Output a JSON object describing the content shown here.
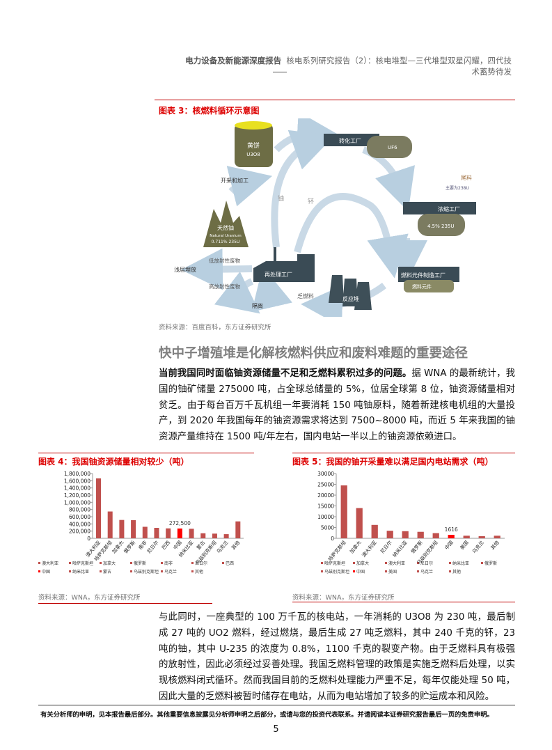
{
  "header": {
    "report_type": "电力设备及新能源深度报告",
    "report_title": "核电系列研究报告（2）：核电堆型—三代堆型双星闪耀，四代技术蓄势待发"
  },
  "figure3": {
    "title": "图表 3：核燃料循环示意图",
    "source": "资料来源：百度百科，东方证券研究所",
    "labels": {
      "yellowcake": "黄饼",
      "u3o8": "U3O8",
      "conversion": "转化工厂",
      "uf6": "UF6",
      "tailings": "尾料",
      "tailings_note": "主要为238U",
      "enrichment": "浓缩工厂",
      "enriched": "4.5% 235U",
      "fabrication": "燃料元件制造工厂",
      "fuel_element": "燃料元件",
      "reactor": "反应堆",
      "spent_fuel": "乏燃料",
      "isolation": "隔离",
      "hlw": "高放射性废物",
      "llw": "低放射性废物",
      "shallow": "浅层埋放",
      "reprocessing": "再处理工厂",
      "mining": "开采和加工",
      "natural_u": "天然铀",
      "natural_u_en": "Natural Uranium",
      "natural_pct": "0.711% 235U",
      "uranium": "铀",
      "plutonium": "钚"
    }
  },
  "section": {
    "heading": "快中子增殖堆是化解核燃料供应和废料难题的重要途径",
    "p1_bold": "当前我国同时面临铀资源储量不足和乏燃料累积过多的问题。",
    "p1": "据 WNA 的最新统计，我国的铀矿储量 275000 吨，占全球总储量的 5%，位居全球第 8 位，铀资源储量相对贫乏。由于每台百万千瓦机组一年要消耗 150 吨铀原料，随着新建核电机组的大量投产，到 2020 年我国每年的铀资源需求将达到 7500~8000 吨，而近 5 年来我国的铀资源产量维持在 1500 吨/年左右，国内电站一半以上的铀资源依赖进口。",
    "p2": "与此同时，一座典型的 100 万千瓦的核电站，一年消耗的 U3O8 为 230 吨，最后制成 27 吨的 UO2 燃料，经过燃烧，最后生成 27 吨乏燃料，其中 240 千克的钚，23 吨的铀，其中 U-235 的浓度为 0.8%，1100 千克的裂变产物。由于乏燃料具有极强的放射性，因此必须经过妥善处理。我国乏燃料管理的政策是实施乏燃料后处理，以实现核燃料闭式循环。然而我国目前的乏燃料处理能力严重不足，每年仅能处理 50 吨，因此大量的乏燃料被暂时储存在电站，从而为电站增加了较多的贮运成本和风险。"
  },
  "chart_data": [
    {
      "type": "bar",
      "title": "图表 4：我国铀资源储量相对较少（吨）",
      "source": "资料来源：WNA，东方证券研究所",
      "categories": [
        "澳大利亚",
        "哈萨克斯坦",
        "加拿大",
        "俄罗斯",
        "南非",
        "尼日尔",
        "巴西",
        "中国",
        "纳米比亚",
        "蒙古",
        "乌兹别克斯坦",
        "乌克兰",
        "其他"
      ],
      "values": [
        1665000,
        745000,
        510000,
        505000,
        320000,
        290000,
        276000,
        272500,
        265000,
        140000,
        130000,
        115000,
        470000
      ],
      "data_labels": {
        "7": "272,500"
      },
      "yticks": [
        "0",
        "200,000",
        "400,000",
        "600,000",
        "800,000",
        "1,000,000",
        "1,200,000",
        "1,400,000",
        "1,600,000",
        "1,800,000"
      ],
      "ylim": [
        0,
        1800000
      ],
      "highlight": "中国",
      "legend": "bottom",
      "bar_color": "#c0504d",
      "highlight_color": "#ff0000"
    },
    {
      "type": "bar",
      "title": "图表 5：我国的铀开采量难以满足国内电站需求（吨）",
      "source": "资料来源：WNA，东方证券研究所",
      "categories": [
        "哈萨克斯坦",
        "加拿大",
        "澳大利亚",
        "尼日尔",
        "纳米比亚",
        "俄罗斯",
        "乌兹别克斯坦",
        "中国",
        "美国",
        "乌克兰",
        "其他"
      ],
      "values": [
        24500,
        14000,
        6200,
        3500,
        3300,
        3000,
        2400,
        1616,
        1200,
        1000,
        1200
      ],
      "data_labels": {
        "7": "1616"
      },
      "yticks": [
        "0",
        "5000",
        "10000",
        "15000",
        "20000",
        "25000",
        "30000"
      ],
      "ylim": [
        0,
        30000
      ],
      "highlight": "中国",
      "legend": "bottom",
      "bar_color": "#c0504d",
      "highlight_color": "#ff0000"
    }
  ],
  "footer": {
    "disclaimer": "有关分析师的申明，见本报告最后部分。其他重要信息披露见分析师申明之后部分，或请与您的投资代表联系。并请阅读本证券研究报告最后一页的免责申明。",
    "page": "5"
  }
}
